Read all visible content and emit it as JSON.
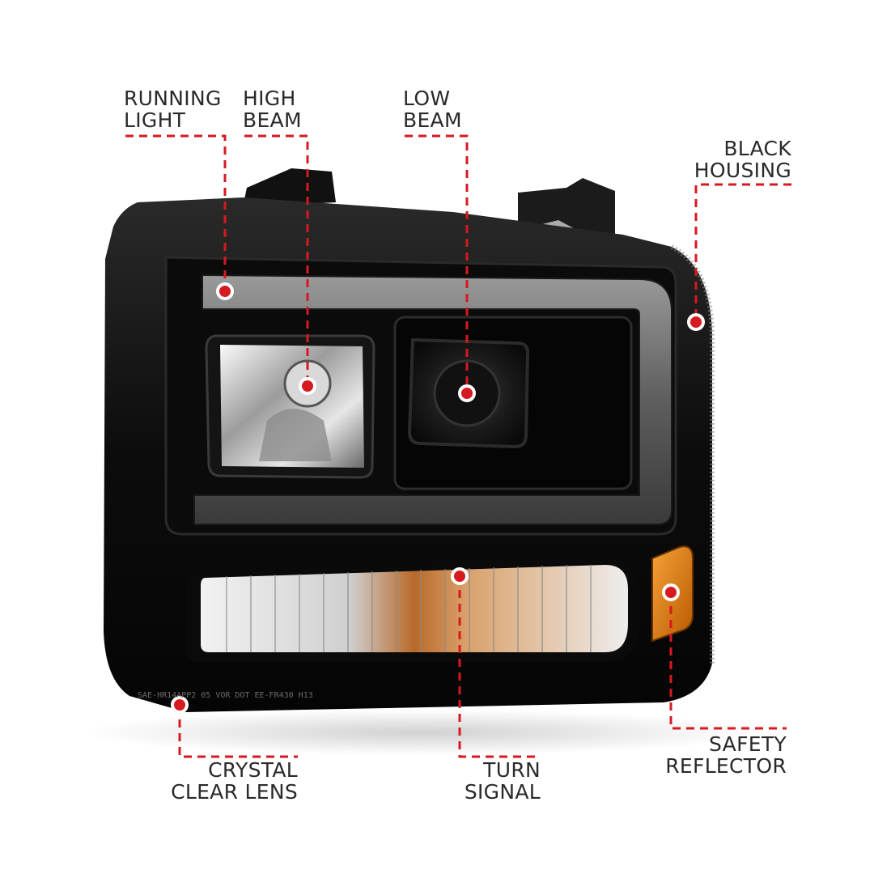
{
  "colors": {
    "callout": "#d71920",
    "label_text": "#2a2a2a",
    "housing": "#0d0d0d",
    "amber": "#e07b00"
  },
  "labels": {
    "running_light": {
      "line1": "RUNNING",
      "line2": "LIGHT"
    },
    "high_beam": {
      "line1": "HIGH",
      "line2": "BEAM"
    },
    "low_beam": {
      "line1": "LOW",
      "line2": "BEAM"
    },
    "black_housing": {
      "line1": "BLACK",
      "line2": "HOUSING"
    },
    "crystal_clear_lens": {
      "line1": "CRYSTAL",
      "line2": "CLEAR LENS"
    },
    "turn_signal": {
      "line1": "TURN",
      "line2": "SIGNAL"
    },
    "safety_reflector": {
      "line1": "SAFETY",
      "line2": "REFLECTOR"
    }
  },
  "lens_markings": "SAE-HR14APP2 05   VOR DOT  EE-FR430      H13"
}
